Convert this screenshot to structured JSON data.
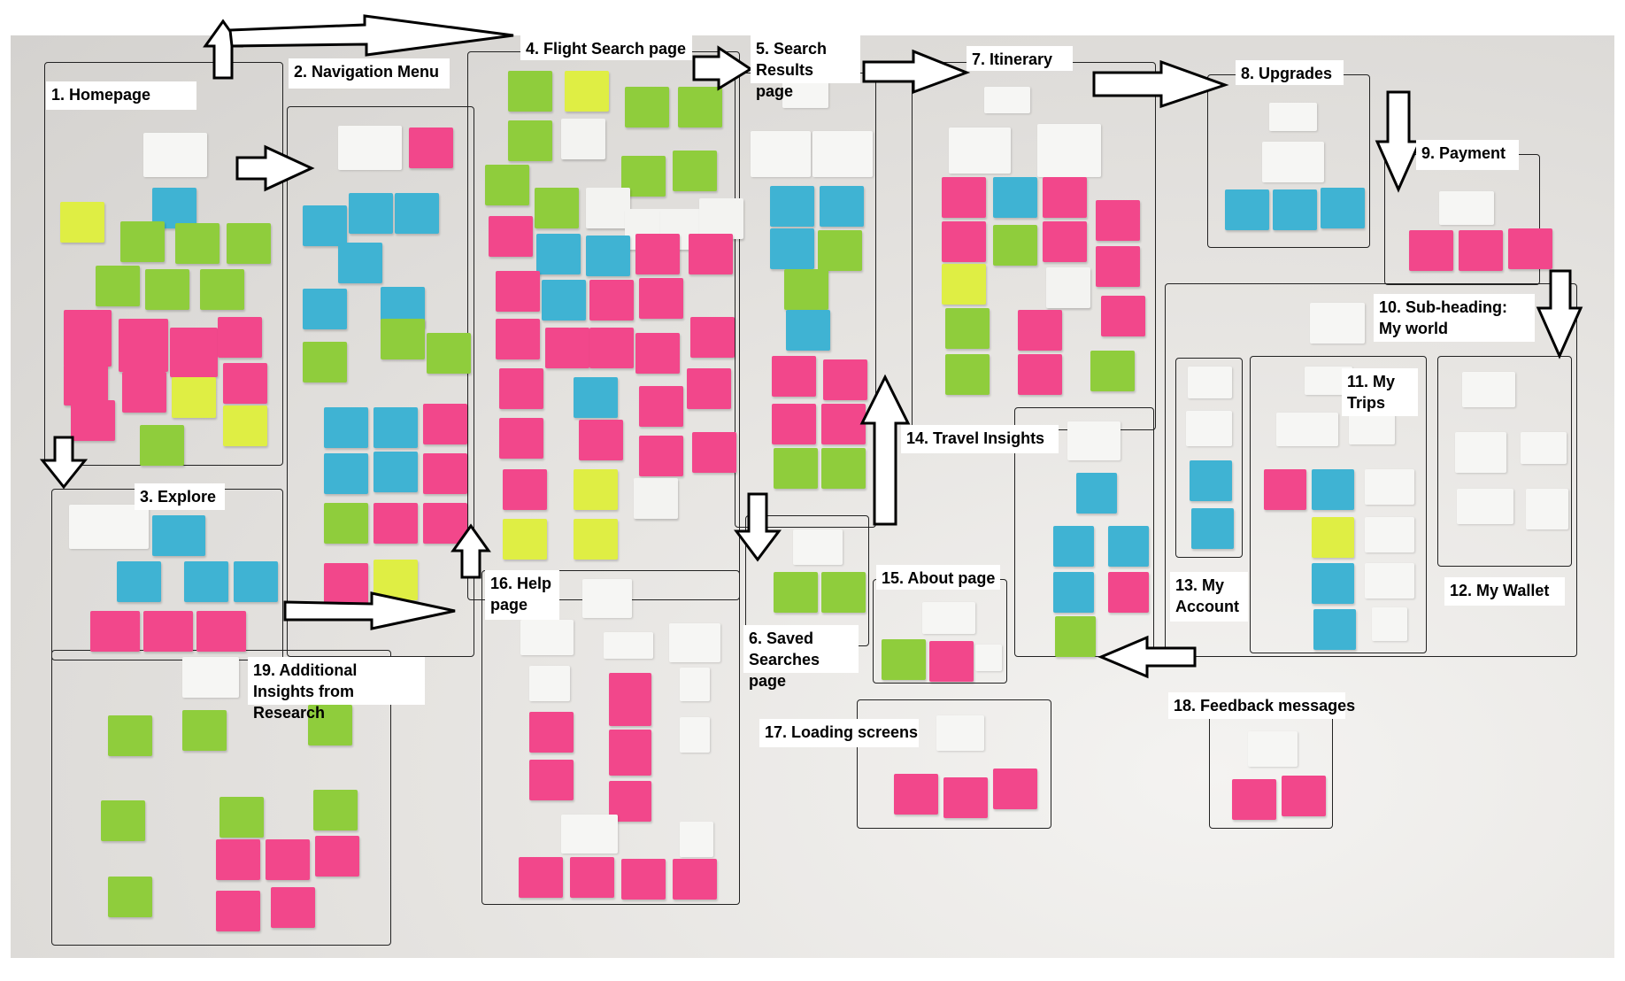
{
  "sections": [
    {
      "id": "homepage",
      "label": "1. Homepage"
    },
    {
      "id": "navigation",
      "label": "2. Navigation Menu"
    },
    {
      "id": "explore",
      "label": "3. Explore"
    },
    {
      "id": "flight-search",
      "label": "4. Flight Search page"
    },
    {
      "id": "search-results",
      "label": "5. Search Results page"
    },
    {
      "id": "saved-searches",
      "label": "6. Saved Searches page"
    },
    {
      "id": "itinerary",
      "label": "7. Itinerary"
    },
    {
      "id": "upgrades",
      "label": "8. Upgrades"
    },
    {
      "id": "payment",
      "label": "9. Payment"
    },
    {
      "id": "my-world",
      "label": "10. Sub-heading: My world"
    },
    {
      "id": "my-trips",
      "label": "11. My Trips"
    },
    {
      "id": "my-wallet",
      "label": "12. My Wallet"
    },
    {
      "id": "my-account",
      "label": "13. My Account"
    },
    {
      "id": "travel-insights",
      "label": "14. Travel Insights"
    },
    {
      "id": "about",
      "label": "15. About page"
    },
    {
      "id": "help",
      "label": "16. Help page"
    },
    {
      "id": "loading",
      "label": "17. Loading screens"
    },
    {
      "id": "feedback",
      "label": "18. Feedback messages"
    },
    {
      "id": "additional-insights",
      "label": "19. Additional Insights from Research"
    }
  ],
  "colors": {
    "pink": "#f2478b",
    "cyan": "#3fb3d3",
    "green": "#8fcd3c",
    "yellow": "#dfee44",
    "white": "#f3f3f1",
    "border": "#222222"
  }
}
